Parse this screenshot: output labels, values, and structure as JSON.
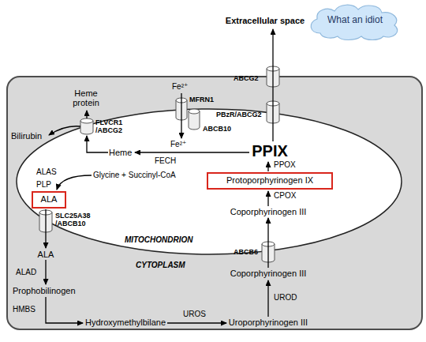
{
  "diagram": {
    "nodes": [
      {
        "text": [
          "What an idiot"
        ]
      },
      {
        "text": [
          "CYTOPLASM"
        ]
      },
      {
        "text": [
          "MITOCHONDRION"
        ],
        "in": 1
      },
      {
        "text": [
          "Protoporphyrinogen IX"
        ],
        "in": 2
      },
      {
        "text": [
          "ALA"
        ],
        "in": 2
      }
    ],
    "labels": [
      "Extracellular space",
      "ABCG2",
      "PBzR/ABCG2",
      "PPIX",
      "PPOX",
      "CPOX",
      "Coporphyrinogen III",
      "ABCB6",
      "Coporphyrinogen III",
      "UROD",
      "Uroporphyrinogen III",
      "UROS",
      "Hydroxymethylbilane",
      "HMBS",
      "Prophobilinogen",
      "ALAD",
      "ALA",
      "SLC25A38 /ABCB10",
      "ALAS",
      "PLP",
      "Glycine + Succinyl-CoA",
      "Heme protein",
      "Bilirubin",
      "FLVCR1 /ABCG2",
      "Heme",
      "FECH",
      "Fe²⁺",
      "MFRN1",
      "ABCB10",
      "Fe²⁺"
    ]
  }
}
